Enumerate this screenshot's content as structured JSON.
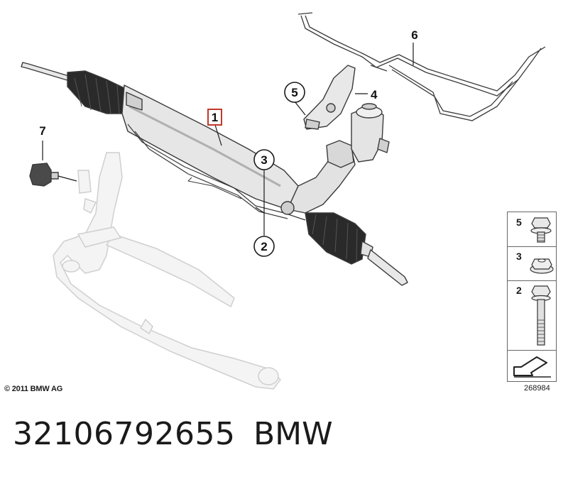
{
  "callouts": [
    {
      "id": "1",
      "label": "1",
      "highlighted": true
    },
    {
      "id": "2",
      "label": "2"
    },
    {
      "id": "3",
      "label": "3"
    },
    {
      "id": "4",
      "label": "4"
    },
    {
      "id": "5",
      "label": "5"
    },
    {
      "id": "6",
      "label": "6"
    },
    {
      "id": "7",
      "label": "7"
    }
  ],
  "legend": [
    {
      "label": "5",
      "icon": "bolt-with-washer-icon"
    },
    {
      "label": "3",
      "icon": "flange-nut-icon"
    },
    {
      "label": "2",
      "icon": "long-bolt-icon"
    },
    {
      "label": "",
      "icon": "arrow-indicator-icon"
    }
  ],
  "copyright": "© 2011 BMW AG",
  "diagram_id": "268984",
  "part_number": "32106792655",
  "brand": "BMW",
  "colors": {
    "highlight": "#c0392b",
    "line": "#3a3a3a",
    "ghost": "#d9d9d9",
    "metal": "#e6e6e6"
  }
}
